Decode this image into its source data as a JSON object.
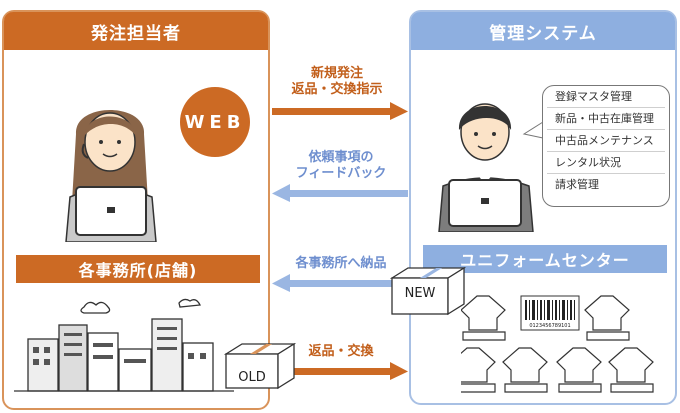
{
  "left_panel": {
    "title": "発注担当者",
    "badge": "WEB",
    "store_label": "各事務所(店舗)"
  },
  "right_panel": {
    "title": "管理システム",
    "center_label": "ユニフォームセンター",
    "functions": [
      "登録マスタ管理",
      "新品・中古在庫管理",
      "中古品メンテナンス",
      "レンタル状況",
      "請求管理"
    ]
  },
  "flows": {
    "order": [
      "新規発注",
      "返品・交換指示"
    ],
    "feedback": [
      "依頼事項の",
      "フィードバック"
    ],
    "delivery": "各事務所へ納品",
    "return": "返品・交換"
  },
  "boxes": {
    "new": "NEW",
    "old": "OLD"
  },
  "barcode_digits": "0123456789101",
  "colors": {
    "orange": "#cc6a24",
    "blue": "#8eafe0"
  }
}
